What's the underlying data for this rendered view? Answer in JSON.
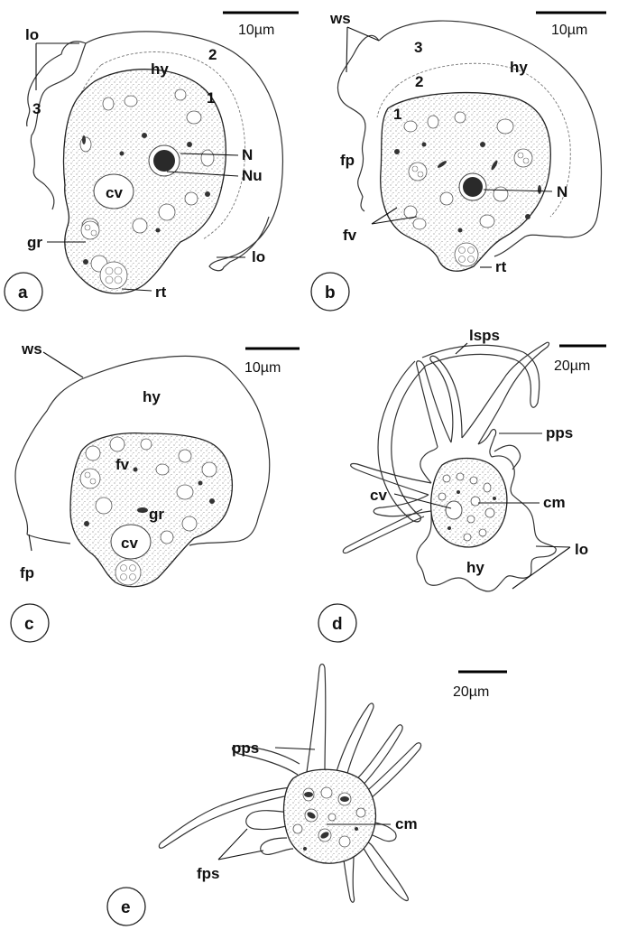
{
  "scale_bars": {
    "a": "10µm",
    "b": "10µm",
    "c": "10µm",
    "d": "20µm",
    "e": "20µm"
  },
  "panels": {
    "a": {
      "panel_letter": "a",
      "labels": {
        "lo_top": "lo",
        "three": "3",
        "two": "2",
        "one": "1",
        "hy": "hy",
        "N": "N",
        "Nu": "Nu",
        "cv": "cv",
        "gr": "gr",
        "lo_bottom": "lo",
        "rt": "rt"
      }
    },
    "b": {
      "panel_letter": "b",
      "labels": {
        "ws": "ws",
        "three": "3",
        "two": "2",
        "one": "1",
        "hy": "hy",
        "fp": "fp",
        "N": "N",
        "fv": "fv",
        "rt": "rt"
      }
    },
    "c": {
      "panel_letter": "c",
      "labels": {
        "ws": "ws",
        "hy": "hy",
        "fv": "fv",
        "gr": "gr",
        "cv": "cv",
        "fp": "fp"
      }
    },
    "d": {
      "panel_letter": "d",
      "labels": {
        "lsps": "lsps",
        "pps": "pps",
        "cv": "cv",
        "cm": "cm",
        "hy": "hy",
        "lo": "lo"
      }
    },
    "e": {
      "panel_letter": "e",
      "labels": {
        "pps": "pps",
        "cm": "cm",
        "fps": "fps"
      }
    }
  }
}
